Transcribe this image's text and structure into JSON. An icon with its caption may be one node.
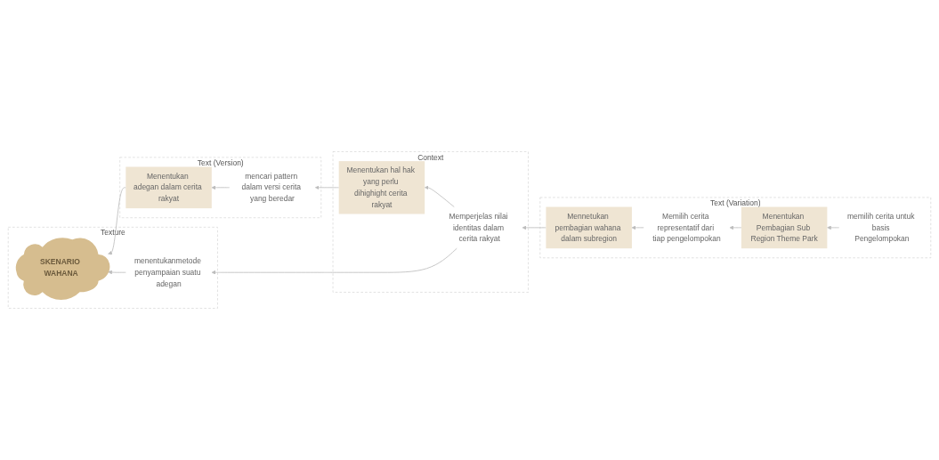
{
  "diagram": {
    "nodes": [
      {
        "text": [
          "Texture"
        ]
      },
      {
        "text": [
          "Text (Version)"
        ]
      },
      {
        "text": [
          "Context"
        ]
      },
      {
        "text": [
          "Text (Variation)"
        ]
      },
      {
        "text": [
          "memilih cerita untuk basis Pengelompokan"
        ],
        "in": 3
      },
      {
        "text": [
          "Menentukan Pembagian Sub Region Theme Park"
        ],
        "in": 3
      },
      {
        "text": [
          "Memilih cerita representatif dari tiap pengelompokan"
        ],
        "in": 3
      },
      {
        "text": [
          "Mennetukan pembagian wahana dalam subregion"
        ],
        "in": 3
      },
      {
        "text": [
          "Memperjelas nilai identitas dalam cerita rakyat"
        ],
        "in": 2
      },
      {
        "text": [
          "Menentukan hal hak yang perlu dihighight cerita rakyat"
        ],
        "in": 2
      },
      {
        "text": [
          "menentukanmetode penyampaian suatu adegan"
        ],
        "in": 0
      },
      {
        "text": [
          "SKENARIO WAHANA"
        ],
        "in": 0
      },
      {
        "text": [
          "mencari pattern dalam versi cerita yang beredar"
        ],
        "in": 1
      },
      {
        "text": [
          "Menentukan adegan dalam cerita rakyat"
        ],
        "in": 1
      }
    ],
    "edges": [
      {
        "from": 4,
        "to": 5,
        "arrow": "to"
      },
      {
        "from": 5,
        "to": 6,
        "arrow": "to"
      },
      {
        "from": 6,
        "to": 7,
        "arrow": "to"
      },
      {
        "from": 7,
        "to": 8,
        "arrow": "to"
      },
      {
        "from": 8,
        "to": 10,
        "arrow": "to"
      },
      {
        "from": 8,
        "to": 9,
        "arrow": "to"
      },
      {
        "from": 9,
        "to": 12,
        "arrow": "to"
      },
      {
        "from": 12,
        "to": 13,
        "arrow": "to"
      },
      {
        "from": 13,
        "to": 11,
        "arrow": "to"
      },
      {
        "from": 10,
        "to": 11,
        "arrow": "to"
      }
    ]
  }
}
